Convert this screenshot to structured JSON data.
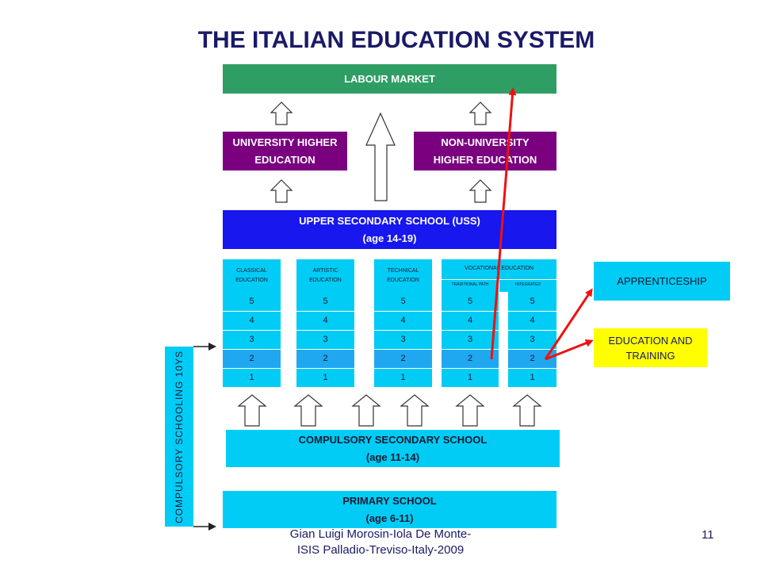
{
  "title": "THE ITALIAN EDUCATION SYSTEM",
  "labour_market": "LABOUR MARKET",
  "university": [
    "UNIVERSITY HIGHER",
    "EDUCATION"
  ],
  "non_university": [
    "NON-UNIVERSITY",
    "HIGHER EDUCATION"
  ],
  "uss": [
    "UPPER SECONDARY SCHOOL (USS)",
    "(age 14-19)"
  ],
  "tracks": {
    "classical": [
      "CLASSICAL",
      "EDUCATION"
    ],
    "artistic": [
      "ARTISTIC",
      "EDUCATION"
    ],
    "technical": [
      "TECHNICAL",
      "EDUCATION"
    ],
    "vocational": "VOCATIONAL EDUCATION",
    "traditional": "TRADITIONAL PATH",
    "integrated": "INTEGRATED",
    "years": [
      "5",
      "4",
      "3",
      "2",
      "1"
    ]
  },
  "apprenticeship": "APPRENTICESHIP",
  "education_training": [
    "EDUCATION AND",
    "TRAINING"
  ],
  "compulsory_schooling": "COMPULSORY SCHOOLING 10YS",
  "compulsory_secondary": [
    "COMPULSORY SECONDARY SCHOOL",
    "(age 11-14)"
  ],
  "primary": [
    "PRIMARY SCHOOL",
    "(age 6-11)"
  ],
  "footer": [
    "Gian Luigi Morosin-Iola De Monte-",
    "ISIS Palladio-Treviso-Italy-2009"
  ],
  "page_number": "11",
  "colors": {
    "labour": "#2e9e64",
    "higher": "#7a0080",
    "uss": "#1717ee",
    "track": "#00ccf5",
    "yellow": "#ffff00",
    "arrow_red": "#ee1111"
  }
}
